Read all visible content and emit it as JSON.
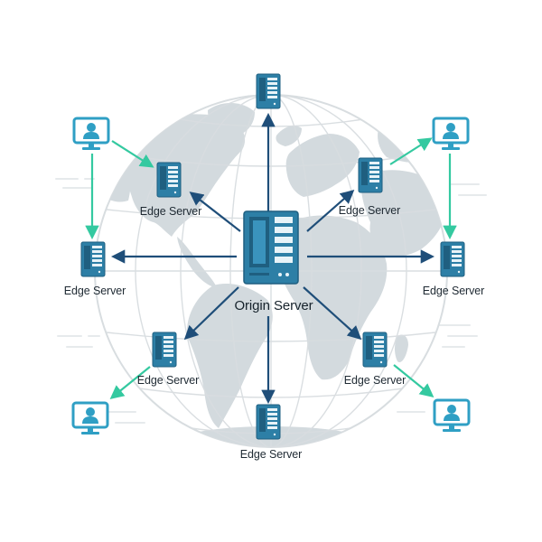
{
  "diagram": {
    "origin": {
      "label": "Origin Server",
      "icon": "server-rack-icon"
    },
    "edges": [
      {
        "label": "Edge Server",
        "icon": "server-icon"
      },
      {
        "label": "Edge Server",
        "icon": "server-icon"
      },
      {
        "label": "Edge Server",
        "icon": "server-icon"
      },
      {
        "label": "Edge Server",
        "icon": "server-icon"
      },
      {
        "label": "Edge Server",
        "icon": "server-icon"
      },
      {
        "label": "Edge Server",
        "icon": "server-icon"
      },
      {
        "label": "Edge Server",
        "icon": "server-icon"
      }
    ],
    "clients": [
      {
        "icon": "user-monitor-icon"
      },
      {
        "icon": "user-monitor-icon"
      },
      {
        "icon": "user-monitor-icon"
      },
      {
        "icon": "user-monitor-icon"
      }
    ],
    "colors": {
      "server": "#2d7fa6",
      "server_dark": "#1f5f80",
      "client": "#2f9fc4",
      "arrow_origin": "#1f4e79",
      "arrow_client": "#34c9a0",
      "globe_land": "#d3dade",
      "globe_grid": "#d8dde0"
    }
  }
}
